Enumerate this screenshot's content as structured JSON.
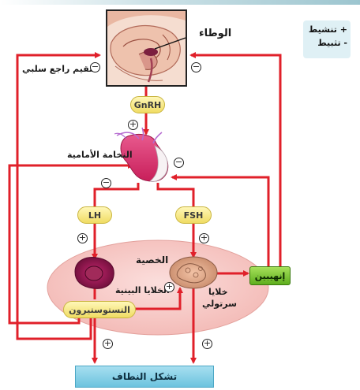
{
  "legend": {
    "plus_label": "+ تنشيط",
    "minus_label": "- تثبيط"
  },
  "labels": {
    "hypothalamus": "الوطاء",
    "negative_feedback": "تلقيم راجع سلبي",
    "anterior_pituitary": "النخامة الأمامية",
    "testis": "الخصية",
    "interstitial_cells": "الخلايا البينية",
    "sertoli_line1": "خلايا",
    "sertoli_line2": "سرتولي"
  },
  "hormones": {
    "gnrh": "GnRH",
    "lh": "LH",
    "fsh": "FSH",
    "inhibin": "إنهيبين",
    "testosterone": "التستوستيرون"
  },
  "output_label": "تشكل النطاف",
  "symbols": {
    "plus": "+",
    "minus": "−"
  },
  "colors": {
    "arrow": "#e0202a",
    "testis_fill": "#f6c9c6",
    "pill_yellow": "#f0dc63",
    "inhibin_green": "#6abf2a",
    "output_blue": "#6cc3de"
  }
}
